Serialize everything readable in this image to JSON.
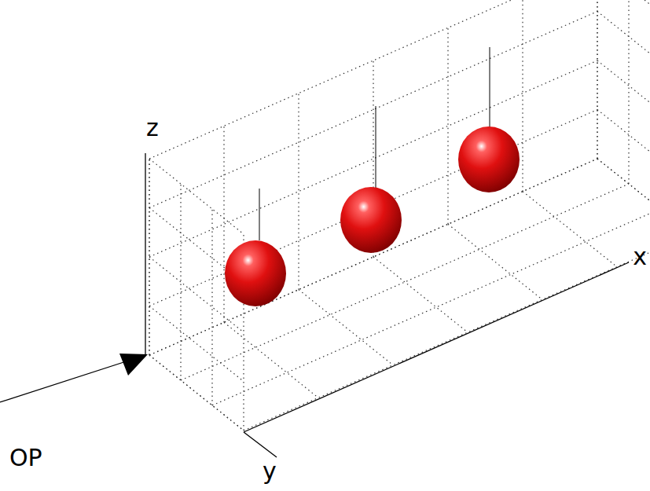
{
  "diagram": {
    "labels": [
      "z",
      "x",
      "y",
      "OP"
    ]
  }
}
